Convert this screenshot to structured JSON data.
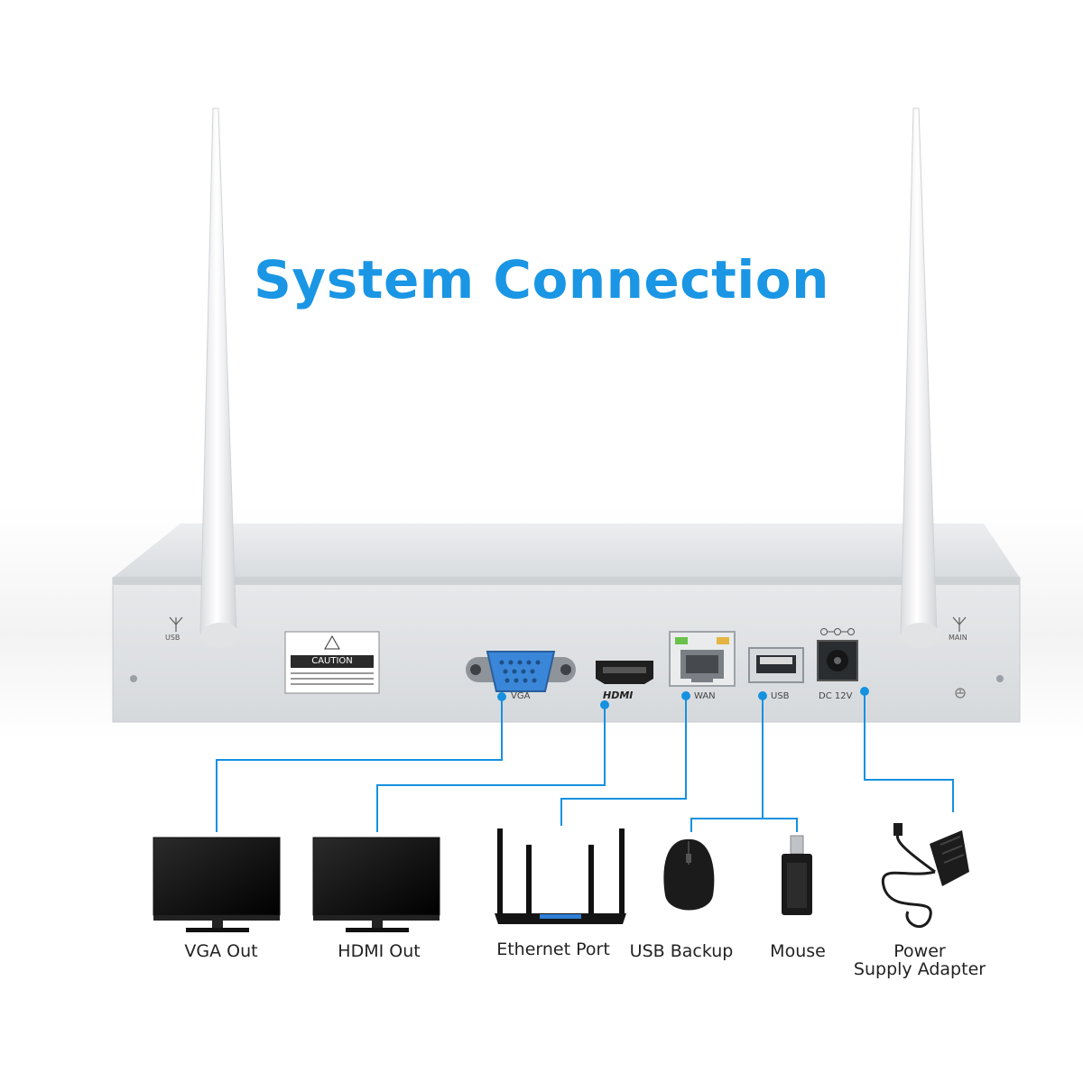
{
  "title": "System Connection",
  "colors": {
    "accent": "#1591e0",
    "title": "#1a96e4",
    "device": "#dfe1e3",
    "port_blue": "#3a86d8"
  },
  "device": {
    "antenna_left_label": "USB",
    "antenna_right_label": "MAIN",
    "caution_label": "CAUTION",
    "ports": {
      "vga": "VGA",
      "hdmi_logo": "HDMI",
      "wan": "WAN",
      "usb": "USB",
      "dc": "DC 12V"
    }
  },
  "peripherals": [
    {
      "id": "vga-out",
      "label": "VGA Out",
      "icon": "monitor-icon"
    },
    {
      "id": "hdmi-out",
      "label": "HDMI Out",
      "icon": "monitor-icon"
    },
    {
      "id": "ethernet-port",
      "label": "Ethernet Port",
      "icon": "router-icon"
    },
    {
      "id": "usb-backup",
      "label": "USB Backup",
      "icon": "mouse-icon"
    },
    {
      "id": "mouse",
      "label": "Mouse",
      "icon": "usb-drive-icon"
    },
    {
      "id": "power-adapter",
      "label_line1": "Power",
      "label_line2": "Supply Adapter",
      "icon": "power-adapter-icon"
    }
  ]
}
